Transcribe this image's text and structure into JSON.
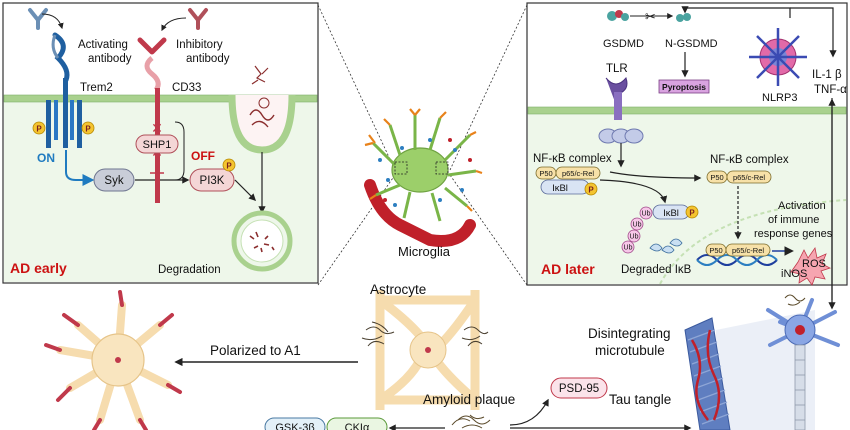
{
  "labels": {
    "activating_antibody_l1": "Activating",
    "activating_antibody_l2": "antibody",
    "inhibitory_antibody_l1": "Inhibitory",
    "inhibitory_antibody_l2": "antibody",
    "trem2": "Trem2",
    "cd33": "CD33",
    "p": "P",
    "on": "ON",
    "off": "OFF",
    "shp1": "SHP1",
    "syk": "Syk",
    "pi3k": "PI3K",
    "degradation": "Degradation",
    "ad_early": "AD early",
    "microglia": "Microglia",
    "gsdmd": "GSDMD",
    "n_gsdmd": "N-GSDMD",
    "pyroptosis": "Pyroptosis",
    "nlrp3": "NLRP3",
    "il1b": "IL-1 β",
    "tnfa": "TNF-α",
    "tlr": "TLR",
    "nfkb_complex_left": "NF-κB complex",
    "nfkb_complex_right": "NF-κB complex",
    "p50": "P50",
    "p65_crel": "p65/c-Rel",
    "ikbi": "IκBl",
    "ub": "Ub",
    "degraded_ikb": "Degraded IκB",
    "activation_l1": "Activation",
    "activation_l2": "of immune",
    "activation_l3": "response genes",
    "ros": "ROS",
    "inos": "iNOS",
    "ad_later": "AD later",
    "astrocyte": "Astrocyte",
    "polarized": "Polarized to A1",
    "amyloid_plaque": "Amyloid plaque",
    "psd95": "PSD-95",
    "tau_tangle": "Tau tangle",
    "disintegrating_l1": "Disintegrating",
    "disintegrating_l2": "microtubule",
    "gsk3b": "GSK-3β",
    "ckia": "CKIα"
  },
  "colors": {
    "panel_fill": "#eef7ea",
    "membrane": "#a9d18e",
    "ad_red": "#cc1111",
    "on_blue": "#1f7bc0",
    "p_badge": "#f4c430",
    "pyroptosis_fill": "#d9a3e0"
  }
}
